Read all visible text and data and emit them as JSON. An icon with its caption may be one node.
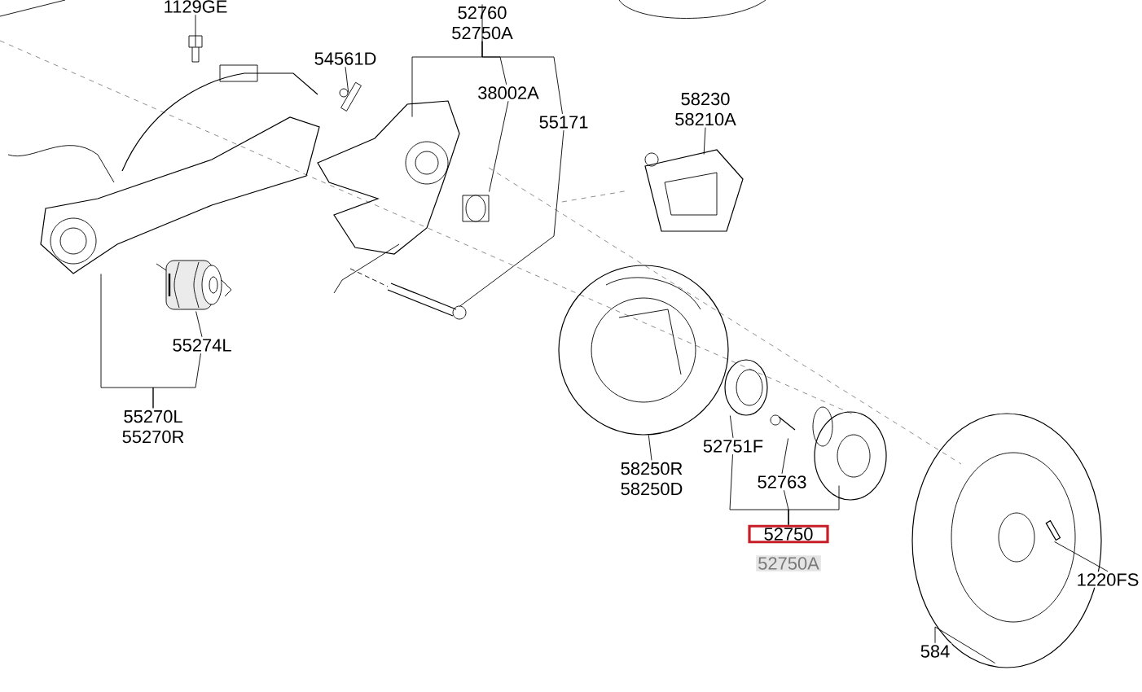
{
  "diagram": {
    "nodes": [
      {
        "text": [
          "1129GE"
        ]
      },
      {
        "text": [],
        "shape": "picture"
      },
      {
        "text": [
          "52760",
          "52750A"
        ]
      },
      {
        "text": [
          "54561D"
        ]
      },
      {
        "text": [],
        "shape": "picture"
      },
      {
        "text": [
          "38002A"
        ]
      },
      {
        "text": [
          "55171"
        ]
      },
      {
        "text": [],
        "shape": "picture"
      },
      {
        "text": [],
        "shape": "picture"
      },
      {
        "text": [],
        "shape": "picture"
      },
      {
        "text": [],
        "shape": "picture"
      },
      {
        "text": [
          "58230",
          "58210A"
        ]
      },
      {
        "text": [],
        "shape": "picture"
      },
      {
        "text": [],
        "shape": "picture"
      },
      {
        "text": [
          "55274L"
        ]
      },
      {
        "text": [
          "55270L",
          "55270R"
        ]
      },
      {
        "text": [],
        "shape": "picture"
      },
      {
        "text": [
          "58250R",
          "58250D"
        ]
      },
      {
        "text": [],
        "shape": "picture"
      },
      {
        "text": [
          "52751F"
        ]
      },
      {
        "text": [],
        "shape": "picture"
      },
      {
        "text": [
          "52763"
        ]
      },
      {
        "text": [],
        "shape": "picture"
      },
      {
        "text": [
          "52750"
        ]
      },
      {
        "text": [],
        "shape": "picture"
      },
      {
        "text": [],
        "shape": "picture",
        "in": 24
      },
      {
        "text": [
          "1220FS"
        ]
      },
      {
        "text": [
          "584"
        ]
      }
    ],
    "edges": [
      {
        "from": 0,
        "to": 1,
        "arrow": "none"
      },
      {
        "from": 2,
        "to": 7,
        "arrow": "none"
      },
      {
        "from": 2,
        "to": 5,
        "arrow": "none"
      },
      {
        "from": 2,
        "to": 6,
        "arrow": "none"
      },
      {
        "from": 5,
        "to": 8,
        "arrow": "none"
      },
      {
        "from": 6,
        "to": 10,
        "arrow": "none"
      },
      {
        "from": 3,
        "to": 4,
        "arrow": "none"
      },
      {
        "from": 11,
        "to": 12,
        "arrow": "none"
      },
      {
        "from": 15,
        "to": 9,
        "arrow": "none"
      },
      {
        "from": 15,
        "to": 14,
        "arrow": "none"
      },
      {
        "from": 14,
        "to": 13,
        "arrow": "none"
      },
      {
        "from": 17,
        "to": 16,
        "arrow": "none"
      },
      {
        "from": 23,
        "to": 19,
        "arrow": "none"
      },
      {
        "from": 19,
        "to": 18,
        "arrow": "none"
      },
      {
        "from": 23,
        "to": 21,
        "arrow": "none"
      },
      {
        "from": 21,
        "to": 20,
        "arrow": "none"
      },
      {
        "from": 23,
        "to": 22,
        "arrow": "none"
      },
      {
        "from": 26,
        "to": 25,
        "arrow": "none"
      },
      {
        "from": 27,
        "to": 24,
        "arrow": "none"
      }
    ],
    "labels": [
      "52750A"
    ]
  }
}
